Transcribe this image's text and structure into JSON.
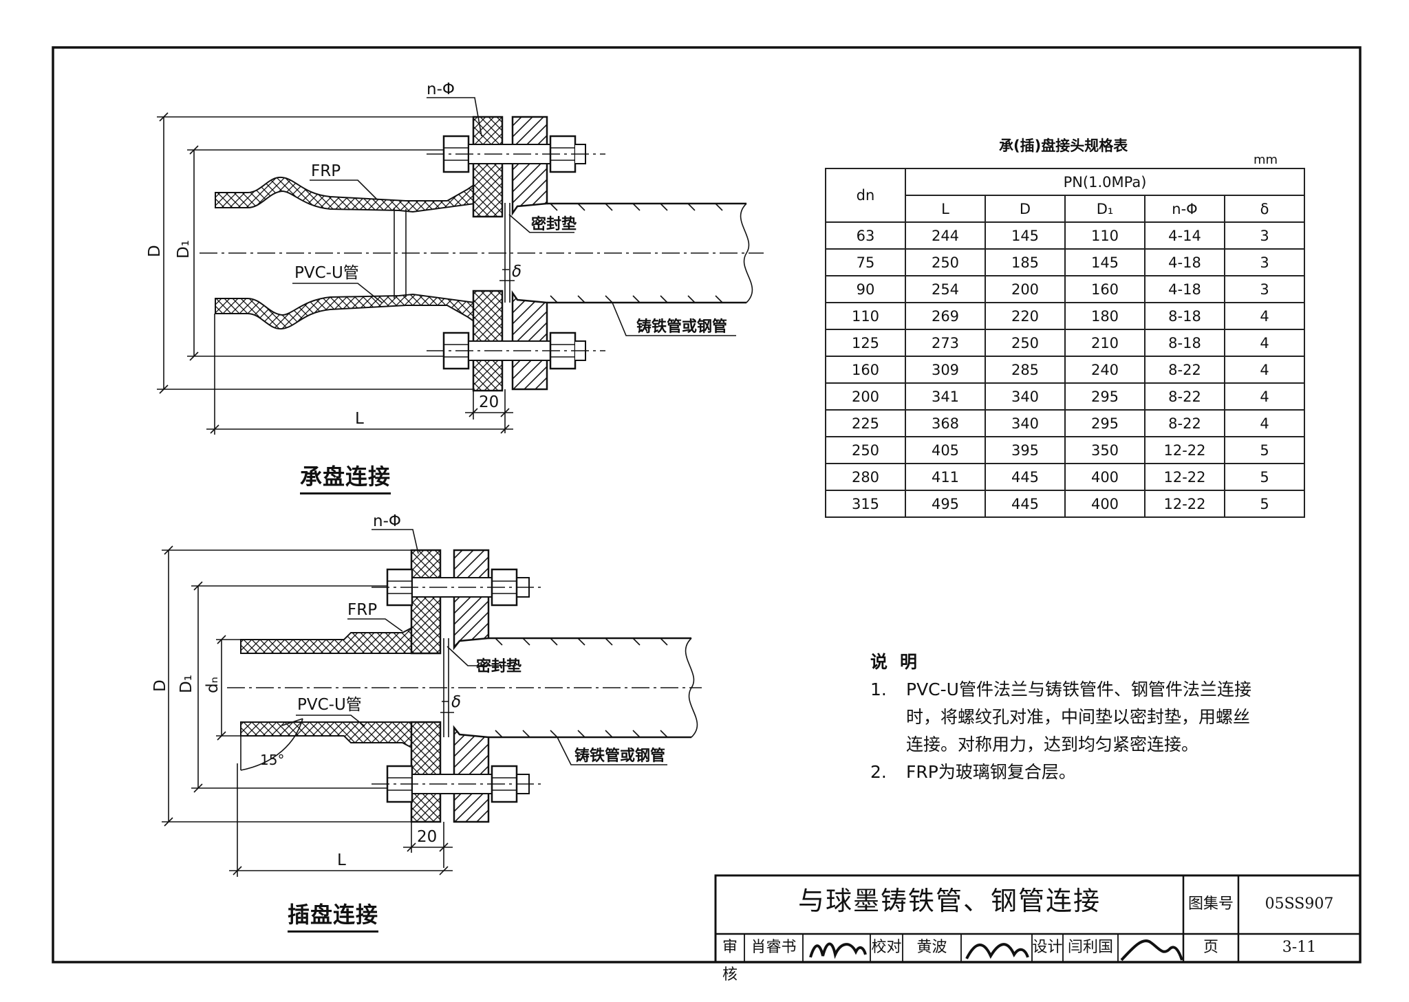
{
  "drawing": {
    "title": "与球墨铸铁管、钢管连接",
    "atlas_label": "图集号",
    "atlas_number": "05SS907",
    "page_label": "页",
    "page_number": "3-11",
    "signoff": {
      "review_label": "审核",
      "reviewer": "肖睿书",
      "check_label": "校对",
      "checker": "黄波",
      "design_label": "设计",
      "designer": "闫利国"
    }
  },
  "figure_top": {
    "caption": "承盘连接",
    "labels": {
      "bolt_holes": "n-Φ",
      "frp": "FRP",
      "pvc_pipe": "PVC-U管",
      "gasket": "密封垫",
      "delta": "δ",
      "iron_pipe": "铸铁管或钢管",
      "dim_D": "D",
      "dim_D1": "D₁",
      "dim_20": "20",
      "dim_L": "L"
    }
  },
  "figure_bottom": {
    "caption": "插盘连接",
    "labels": {
      "bolt_holes": "n-Φ",
      "frp": "FRP",
      "pvc_pipe": "PVC-U管",
      "gasket": "密封垫",
      "delta": "δ",
      "iron_pipe": "铸铁管或钢管",
      "angle": "15°",
      "dim_D": "D",
      "dim_D1": "D₁",
      "dim_dn": "dₙ",
      "dim_20": "20",
      "dim_L": "L"
    }
  },
  "spec_table": {
    "title": "承(插)盘接头规格表",
    "unit": "mm",
    "pressure_header": "PN(1.0MPa)",
    "columns": [
      "dn",
      "L",
      "D",
      "D₁",
      "n-Φ",
      "δ"
    ],
    "rows": [
      [
        "63",
        "244",
        "145",
        "110",
        "4-14",
        "3"
      ],
      [
        "75",
        "250",
        "185",
        "145",
        "4-18",
        "3"
      ],
      [
        "90",
        "254",
        "200",
        "160",
        "4-18",
        "3"
      ],
      [
        "110",
        "269",
        "220",
        "180",
        "8-18",
        "4"
      ],
      [
        "125",
        "273",
        "250",
        "210",
        "8-18",
        "4"
      ],
      [
        "160",
        "309",
        "285",
        "240",
        "8-22",
        "4"
      ],
      [
        "200",
        "341",
        "340",
        "295",
        "8-22",
        "4"
      ],
      [
        "225",
        "368",
        "340",
        "295",
        "8-22",
        "4"
      ],
      [
        "250",
        "405",
        "395",
        "350",
        "12-22",
        "5"
      ],
      [
        "280",
        "411",
        "445",
        "400",
        "12-22",
        "5"
      ],
      [
        "315",
        "495",
        "445",
        "400",
        "12-22",
        "5"
      ]
    ]
  },
  "notes": {
    "header": "说明",
    "items": [
      {
        "num": "1.",
        "text": "PVC-U管件法兰与铸铁管件、钢管件法兰连接时，将螺纹孔对准，中间垫以密封垫，用螺丝连接。对称用力，达到均匀紧密连接。"
      },
      {
        "num": "2.",
        "text": "FRP为玻璃钢复合层。"
      }
    ]
  }
}
